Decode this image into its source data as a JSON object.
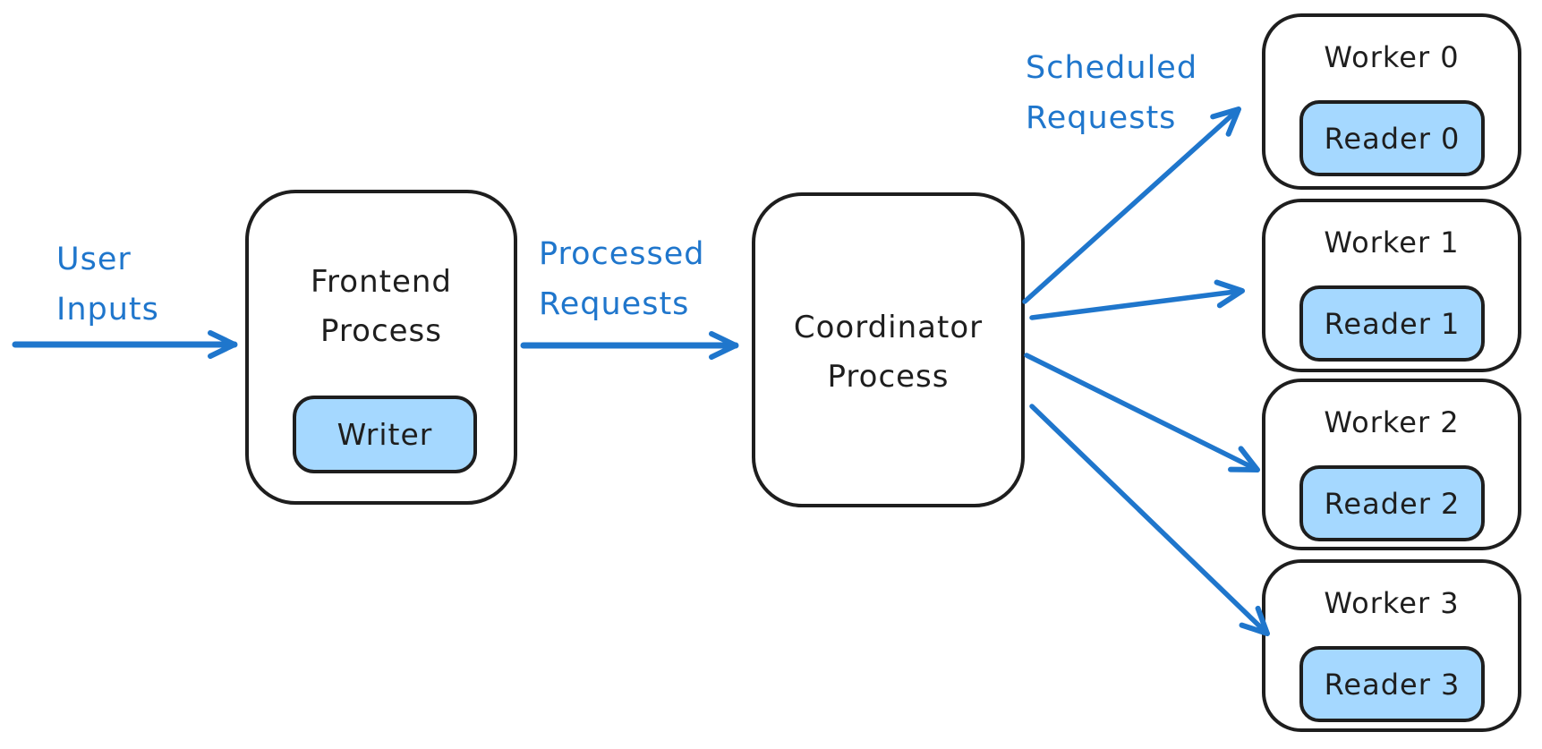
{
  "diagram": {
    "labels": {
      "user_inputs": {
        "line1": "User",
        "line2": "Inputs"
      },
      "processed_requests": {
        "line1": "Processed",
        "line2": "Requests"
      },
      "scheduled_requests": {
        "line1": "Scheduled",
        "line2": "Requests"
      }
    },
    "nodes": {
      "frontend": {
        "title_line1": "Frontend",
        "title_line2": "Process",
        "child": "Writer"
      },
      "coordinator": {
        "title_line1": "Coordinator",
        "title_line2": "Process"
      }
    },
    "workers": [
      {
        "label": "Worker 0",
        "reader": "Reader 0"
      },
      {
        "label": "Worker 1",
        "reader": "Reader 1"
      },
      {
        "label": "Worker 2",
        "reader": "Reader 2"
      },
      {
        "label": "Worker 3",
        "reader": "Reader 3"
      }
    ],
    "edges": [
      {
        "from": "user",
        "to": "frontend-process",
        "label": "User Inputs"
      },
      {
        "from": "frontend-process",
        "to": "coordinator-process",
        "label": "Processed Requests"
      },
      {
        "from": "coordinator-process",
        "to": "worker-0",
        "label": "Scheduled Requests"
      },
      {
        "from": "coordinator-process",
        "to": "worker-1",
        "label": ""
      },
      {
        "from": "coordinator-process",
        "to": "worker-2",
        "label": ""
      },
      {
        "from": "coordinator-process",
        "to": "worker-3",
        "label": ""
      }
    ],
    "colors": {
      "accent_blue": "#1f76cc",
      "node_fill_blue": "#a5d8ff",
      "stroke_dark": "#1e1e1e",
      "background": "#ffffff"
    }
  }
}
